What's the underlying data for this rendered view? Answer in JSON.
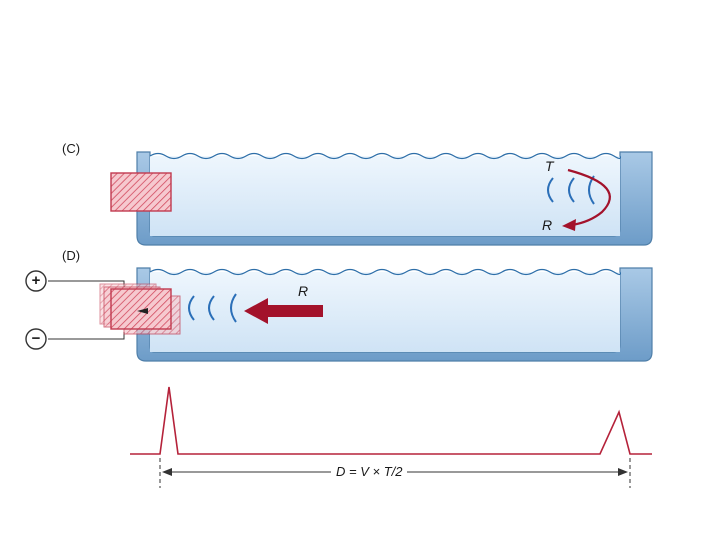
{
  "panels": {
    "c": {
      "label": "(C)",
      "transmit_label": "T",
      "receive_label": "R"
    },
    "d": {
      "label": "(D)",
      "echo_label": "R",
      "plus_symbol": "+",
      "minus_symbol": "−"
    }
  },
  "timeline": {
    "formula": "D = V × T/2"
  },
  "colors": {
    "water": "#dfeefa",
    "tank_wall": "#7fa9cf",
    "transducer": "#d24a5e",
    "arrow": "#a3122b",
    "wave": "#2b6fb8",
    "pulse_line": "#b5223a"
  }
}
